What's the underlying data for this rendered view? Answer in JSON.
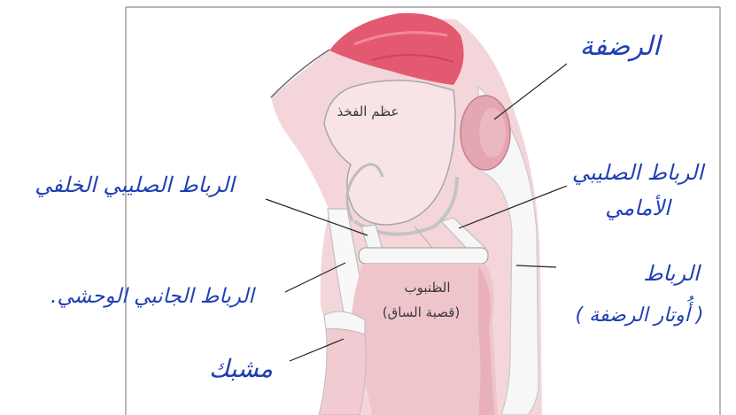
{
  "diagram": {
    "labels": {
      "patella": "الرضفة",
      "femur": "عظم الفخذ",
      "posterior_cruciate": "الرباط الصليبي الخلفي",
      "anterior_cruciate_line1": "الرباط الصليبي",
      "anterior_cruciate_line2": "الأمامي",
      "ligament_line1": "الرباط",
      "ligament_line2": "( أُوتار الرضفة )",
      "lateral_collateral": "الرباط الجانبي الوحشي.",
      "tibia_line1": "الظنبوب",
      "tibia_line2": "(قصبة الساق)",
      "fibula": "مشبك"
    }
  },
  "colors": {
    "handwriting": "#1f3fb4",
    "printed": "#3a3a3a",
    "soft_tissue": "#f4d6da",
    "muscle": "#e35a70",
    "bone": "#f8e4e7",
    "patella": "#e4a6b0",
    "tibia": "#efc5cc",
    "ligament": "#f7f7f7",
    "outline": "#a8a8a8",
    "frame": "#8a8a8a"
  }
}
